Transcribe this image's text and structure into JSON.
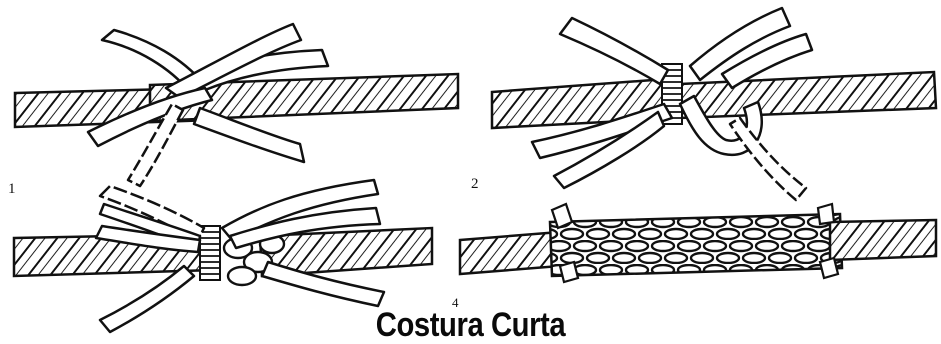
{
  "title": "Costura Curta",
  "steps": [
    {
      "number": "1"
    },
    {
      "number": "2"
    },
    {
      "number": "4"
    }
  ],
  "colors": {
    "ink": "#111111",
    "paper": "#ffffff"
  }
}
